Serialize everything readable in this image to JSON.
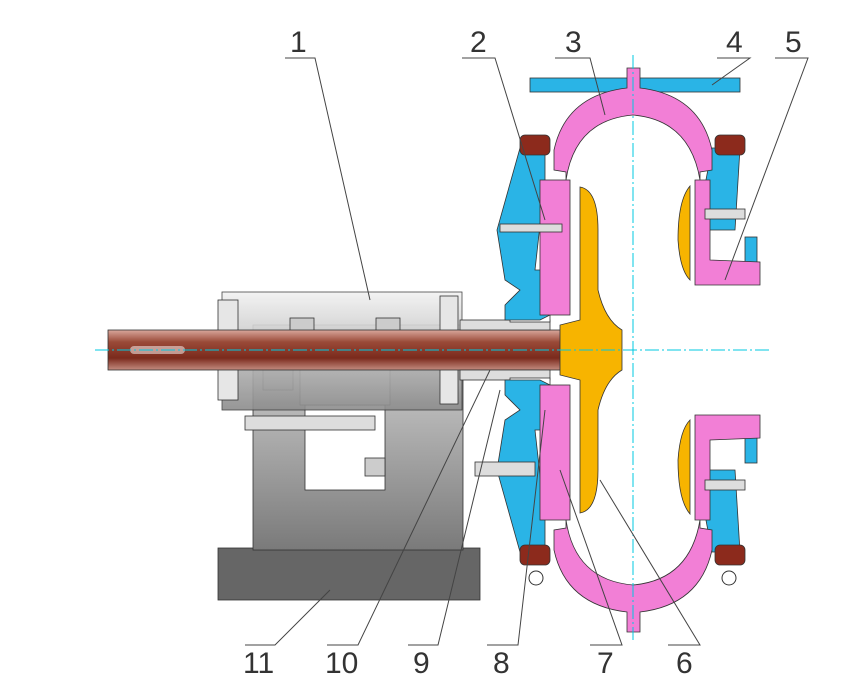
{
  "title": "Slurry pump cross-section assembly drawing",
  "part_labels": [
    "1",
    "2",
    "3",
    "4",
    "5",
    "6",
    "7",
    "8",
    "9",
    "10",
    "11"
  ],
  "colors": {
    "casing": "#f27fd6",
    "liner_frame": "#2ab4e6",
    "impeller": "#f7b400",
    "seal_ring": "#8c2a1c",
    "shaft": "#8a3a2a",
    "bearing_assembly": "#cfcfcf",
    "base": "#6a6a6a",
    "centerline": "#00c8e0"
  }
}
